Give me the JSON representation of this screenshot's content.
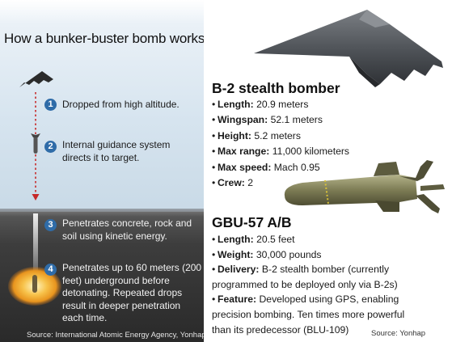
{
  "left": {
    "title": "How a bunker-buster bomb works",
    "steps": [
      {
        "num": "1",
        "lines": [
          "Dropped from high altitude."
        ]
      },
      {
        "num": "2",
        "lines": [
          "Internal guidance system",
          "directs it to target."
        ]
      },
      {
        "num": "3",
        "lines": [
          "Penetrates concrete, rock and",
          "soil using kinetic energy."
        ]
      },
      {
        "num": "4",
        "lines": [
          "Penetrates up to 60 meters (200",
          "feet) underground before",
          "detonating. Repeated drops",
          "result in deeper penetration",
          "each time."
        ]
      }
    ],
    "source": "Source: International Atomic Energy Agency, Yonhap"
  },
  "b2": {
    "title": "B-2 stealth bomber",
    "specs": [
      {
        "label": "Length:",
        "value": "20.9 meters"
      },
      {
        "label": "Wingspan:",
        "value": "52.1 meters"
      },
      {
        "label": "Height:",
        "value": "5.2 meters"
      },
      {
        "label": "Max range:",
        "value": "11,000 kilometers"
      },
      {
        "label": "Max speed:",
        "value": "Mach 0.95"
      },
      {
        "label": "Crew:",
        "value": "2"
      }
    ]
  },
  "gbu": {
    "title": "GBU-57 A/B",
    "length_label": "Length:",
    "length_value": "20.5 feet",
    "weight_label": "Weight:",
    "weight_value": "30,000 pounds",
    "delivery_label": "Delivery:",
    "delivery_value": "B-2 stealth bomber (currently",
    "delivery_cont": "programmed to be deployed only via B-2s)",
    "feature_label": "Feature:",
    "feature_value": "Developed using GPS, enabling",
    "feature_cont1": "precision bombing. Ten times more powerful",
    "feature_cont2": "than its predecessor (BLU-109)"
  },
  "source_right": "Source: Yonhap",
  "colors": {
    "step_circle": "#2f6ca8",
    "drop_path": "#c62828",
    "ground": "#3d3d3d",
    "explosion": "#f2a629"
  }
}
